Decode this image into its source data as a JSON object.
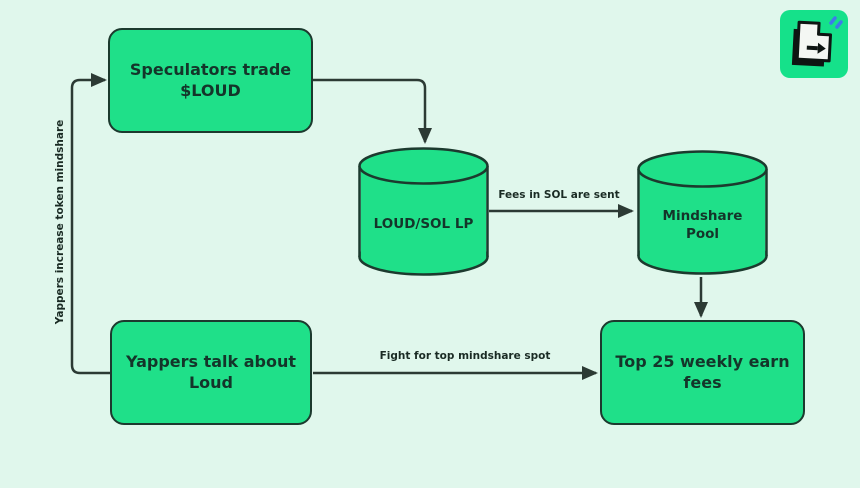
{
  "colors": {
    "background": "#E0F7EC",
    "node_fill": "#1FE089",
    "node_border": "#1C3A2E",
    "connector": "#2C3A34",
    "node_text": "#14352A",
    "edge_label_text": "#1A2B24",
    "logo_background": "#15E18A",
    "logo_spark_blue": "#3E7BEA"
  },
  "nodes": {
    "speculators": {
      "shape": "rounded-rect",
      "label": "Speculators trade\n$LOUD"
    },
    "loud_sol_lp": {
      "shape": "cylinder",
      "label": "LOUD/SOL LP"
    },
    "mindshare_pool": {
      "shape": "cylinder",
      "label": "Mindshare\nPool"
    },
    "yappers": {
      "shape": "rounded-rect",
      "label": "Yappers talk about\nLoud"
    },
    "top_25": {
      "shape": "rounded-rect",
      "label": "Top 25 weekly earn\nfees"
    }
  },
  "edges": {
    "speculators_to_lp": {
      "from": "speculators",
      "to": "loud_sol_lp",
      "label": ""
    },
    "lp_to_pool": {
      "from": "loud_sol_lp",
      "to": "mindshare_pool",
      "label": "Fees in SOL are sent"
    },
    "pool_to_top25": {
      "from": "mindshare_pool",
      "to": "top_25",
      "label": ""
    },
    "yappers_to_top25": {
      "from": "yappers",
      "to": "top_25",
      "label": "Fight for top mindshare spot"
    },
    "yappers_to_speculators": {
      "from": "yappers",
      "to": "speculators",
      "label": "Yappers increase token mindshare"
    }
  },
  "logo": {
    "icon": "enter-key-arrow-icon",
    "sparks": "spark-dashes-icon"
  }
}
